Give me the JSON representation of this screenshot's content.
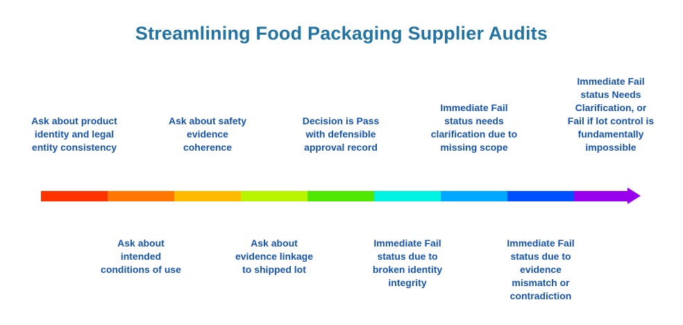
{
  "title": "Streamlining Food Packaging Supplier Audits",
  "colors": {
    "title": "#2173a3",
    "label": "#1553ad",
    "background": "#ffffff"
  },
  "arrow": {
    "direction": "right",
    "segment_colors": [
      "#ff3300",
      "#ff7700",
      "#ffbb00",
      "#b9f500",
      "#4fe600",
      "#00f2e0",
      "#00a8ff",
      "#0050ff",
      "#9900ee"
    ]
  },
  "steps": [
    {
      "position": "top",
      "label": "Ask about product\nidentity and legal\nentity consistency"
    },
    {
      "position": "bottom",
      "label": "Ask about\nintended\nconditions of use"
    },
    {
      "position": "top",
      "label": "Ask about safety\nevidence\ncoherence"
    },
    {
      "position": "bottom",
      "label": "Ask about\nevidence linkage\nto shipped lot"
    },
    {
      "position": "top",
      "label": "Decision is Pass\nwith defensible\napproval record"
    },
    {
      "position": "bottom",
      "label": "Immediate Fail\nstatus due to\nbroken identity\nintegrity"
    },
    {
      "position": "top",
      "label": "Immediate Fail\nstatus needs\nclarification due to\nmissing scope"
    },
    {
      "position": "bottom",
      "label": "Immediate Fail\nstatus due to\nevidence\nmismatch or\ncontradiction"
    },
    {
      "position": "top",
      "label": "Immediate Fail\nstatus Needs\nClarification, or\nFail if lot control is\nfundamentally\nimpossible"
    }
  ]
}
